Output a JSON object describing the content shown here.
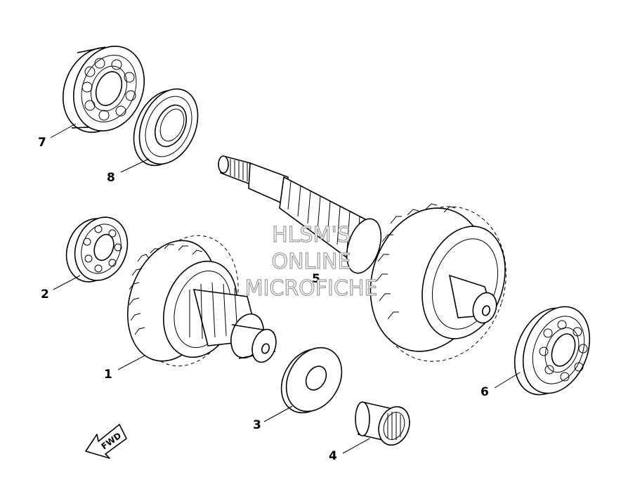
{
  "watermark": {
    "line1": "HLSM'S",
    "line2": "ONLINE",
    "line3": "MICROFICHE"
  },
  "direction_arrow": {
    "label": "FWD"
  },
  "callouts": [
    {
      "id": "1",
      "label": "1"
    },
    {
      "id": "2",
      "label": "2"
    },
    {
      "id": "3",
      "label": "3"
    },
    {
      "id": "4",
      "label": "4"
    },
    {
      "id": "5",
      "label": "5"
    },
    {
      "id": "6",
      "label": "6"
    },
    {
      "id": "7",
      "label": "7"
    },
    {
      "id": "8",
      "label": "8"
    }
  ]
}
